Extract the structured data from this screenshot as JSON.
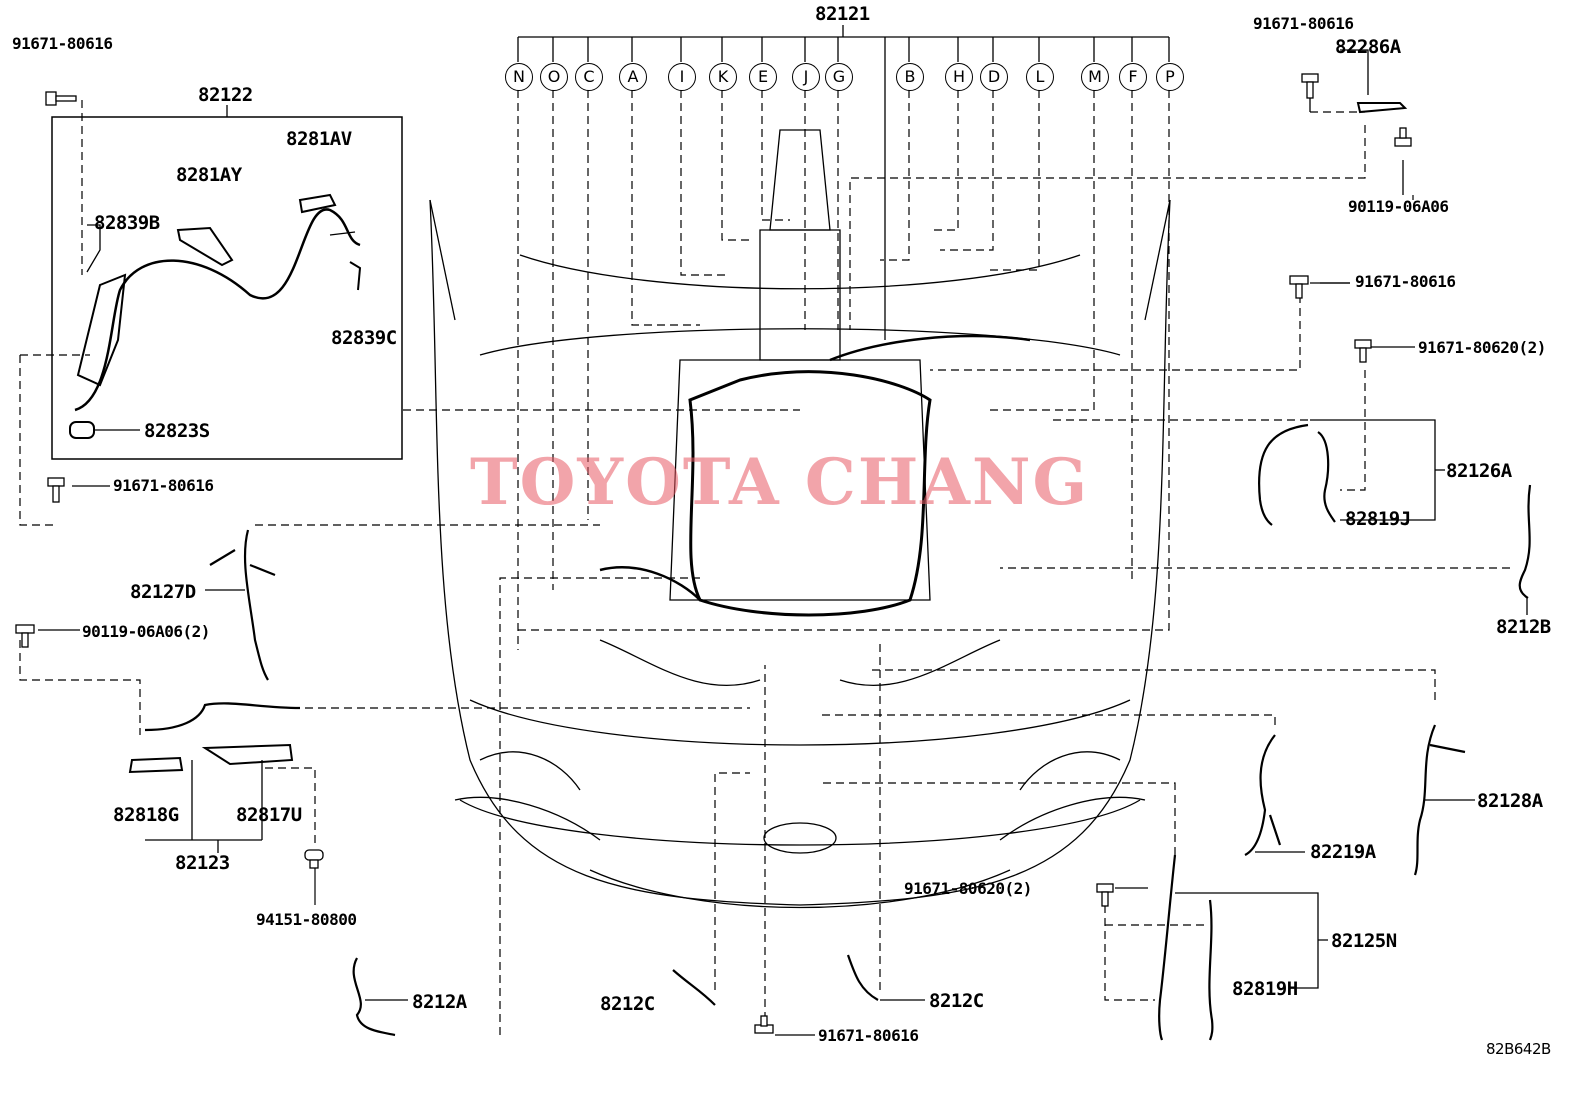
{
  "watermark": {
    "brand": "TOYOTA CHANG"
  },
  "code": "82B642B",
  "connectors": [
    "N",
    "O",
    "C",
    "A",
    "I",
    "K",
    "E",
    "J",
    "G",
    "B",
    "H",
    "D",
    "L",
    "M",
    "F",
    "P"
  ],
  "labels": {
    "main_harness": "82121",
    "left_box": "82122",
    "p_8281AV": "8281AV",
    "p_8281AY": "8281AY",
    "p_82839B": "82839B",
    "p_82839C": "82839C",
    "p_82823S": "82823S",
    "bolt_top_left": "91671-80616",
    "bolt_left_mid": "91671-80616",
    "p_82127D": "82127D",
    "bolt_90119_2": "90119-06A06(2)",
    "p_82818G": "82818G",
    "p_82817U": "82817U",
    "p_82123": "82123",
    "clip_94151": "94151-80800",
    "p_8212A": "8212A",
    "p_8212C_left": "8212C",
    "p_8212C_right": "8212C",
    "bolt_bottom": "91671-80616",
    "bolt_top_right": "91671-80616",
    "p_82286A": "82286A",
    "bolt_90119": "90119-06A06",
    "bolt_right_mid": "91671-80616",
    "bolt_80620_2_top": "91671-80620(2)",
    "p_82126A": "82126A",
    "p_82819J": "82819J",
    "p_8212B": "8212B",
    "p_82128A": "82128A",
    "p_82219A": "82219A",
    "bolt_80620_2_bottom": "91671-80620(2)",
    "p_82125N": "82125N",
    "p_82819H": "82819H"
  }
}
